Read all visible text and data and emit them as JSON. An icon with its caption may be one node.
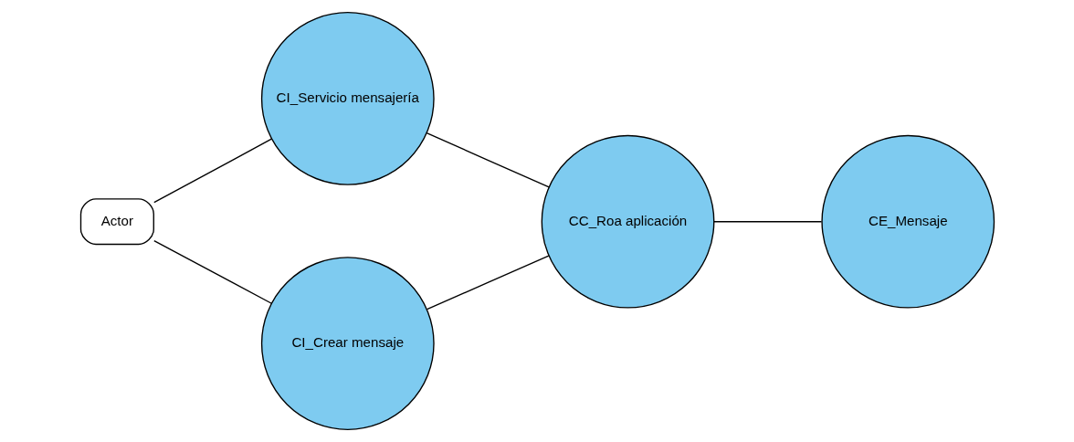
{
  "diagram": {
    "nodes": [
      {
        "text": [
          "Actor"
        ]
      },
      {
        "text": [
          "CI_Servicio mensajería"
        ]
      },
      {
        "text": [
          "CI_Crear mensaje"
        ]
      },
      {
        "text": [
          "CC_Roa aplicación"
        ]
      },
      {
        "text": [
          "CE_Mensaje"
        ]
      }
    ],
    "edges": [
      {
        "from": 0,
        "to": 1,
        "arrow": "none"
      },
      {
        "from": 0,
        "to": 2,
        "arrow": "none"
      },
      {
        "from": 1,
        "to": 3,
        "arrow": "none"
      },
      {
        "from": 2,
        "to": 3,
        "arrow": "none"
      },
      {
        "from": 3,
        "to": 4,
        "arrow": "none"
      }
    ]
  }
}
